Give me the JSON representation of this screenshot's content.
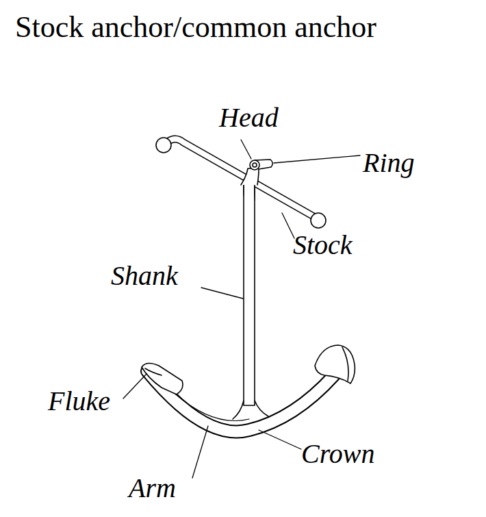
{
  "diagram": {
    "title": "Stock anchor/common anchor",
    "labels": [
      "Head",
      "Ring",
      "Stock",
      "Shank",
      "Fluke",
      "Crown",
      "Arm"
    ]
  }
}
